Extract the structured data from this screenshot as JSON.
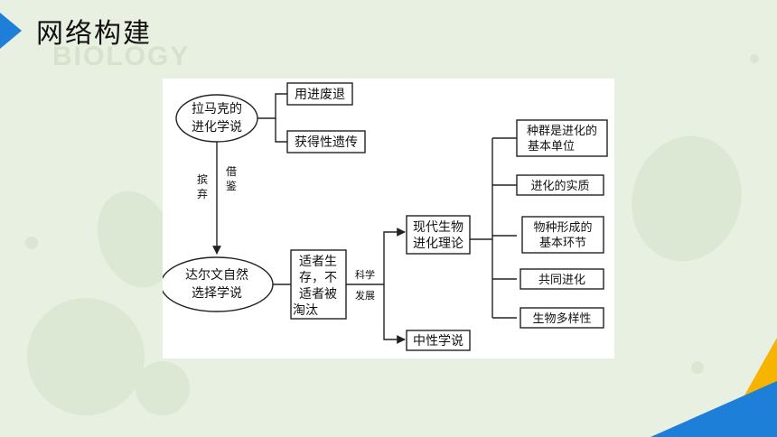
{
  "header": {
    "title": "网络构建",
    "watermark": "BIOLOGY"
  },
  "diagram": {
    "lamarck": {
      "line1": "拉马克的",
      "line2": "进化学说"
    },
    "use_disuse": "用进废退",
    "acquired": "获得性遗传",
    "reject": {
      "c1": "摈",
      "c2": "弃"
    },
    "borrow": {
      "c1": "借",
      "c2": "鉴"
    },
    "darwin": {
      "line1": "达尔文自然",
      "line2": "选择学说"
    },
    "survival": {
      "line1": "适者生",
      "line2": "存，不",
      "line3": "适者被",
      "line4": "淘汰"
    },
    "science": "科学",
    "develop": "发展",
    "modern": {
      "line1": "现代生物",
      "line2": "进化理论"
    },
    "neutral": "中性学说",
    "population": {
      "line1": "种群是进化的",
      "line2": "基本单位"
    },
    "essence": "进化的实质",
    "speciation": {
      "line1": "物种形成的",
      "line2": "基本环节"
    },
    "coevolution": "共同进化",
    "biodiversity": "生物多样性"
  },
  "colors": {
    "accent_blue": "#1e7fd8",
    "accent_yellow": "#f6b400",
    "background": "#e8f0e1"
  }
}
